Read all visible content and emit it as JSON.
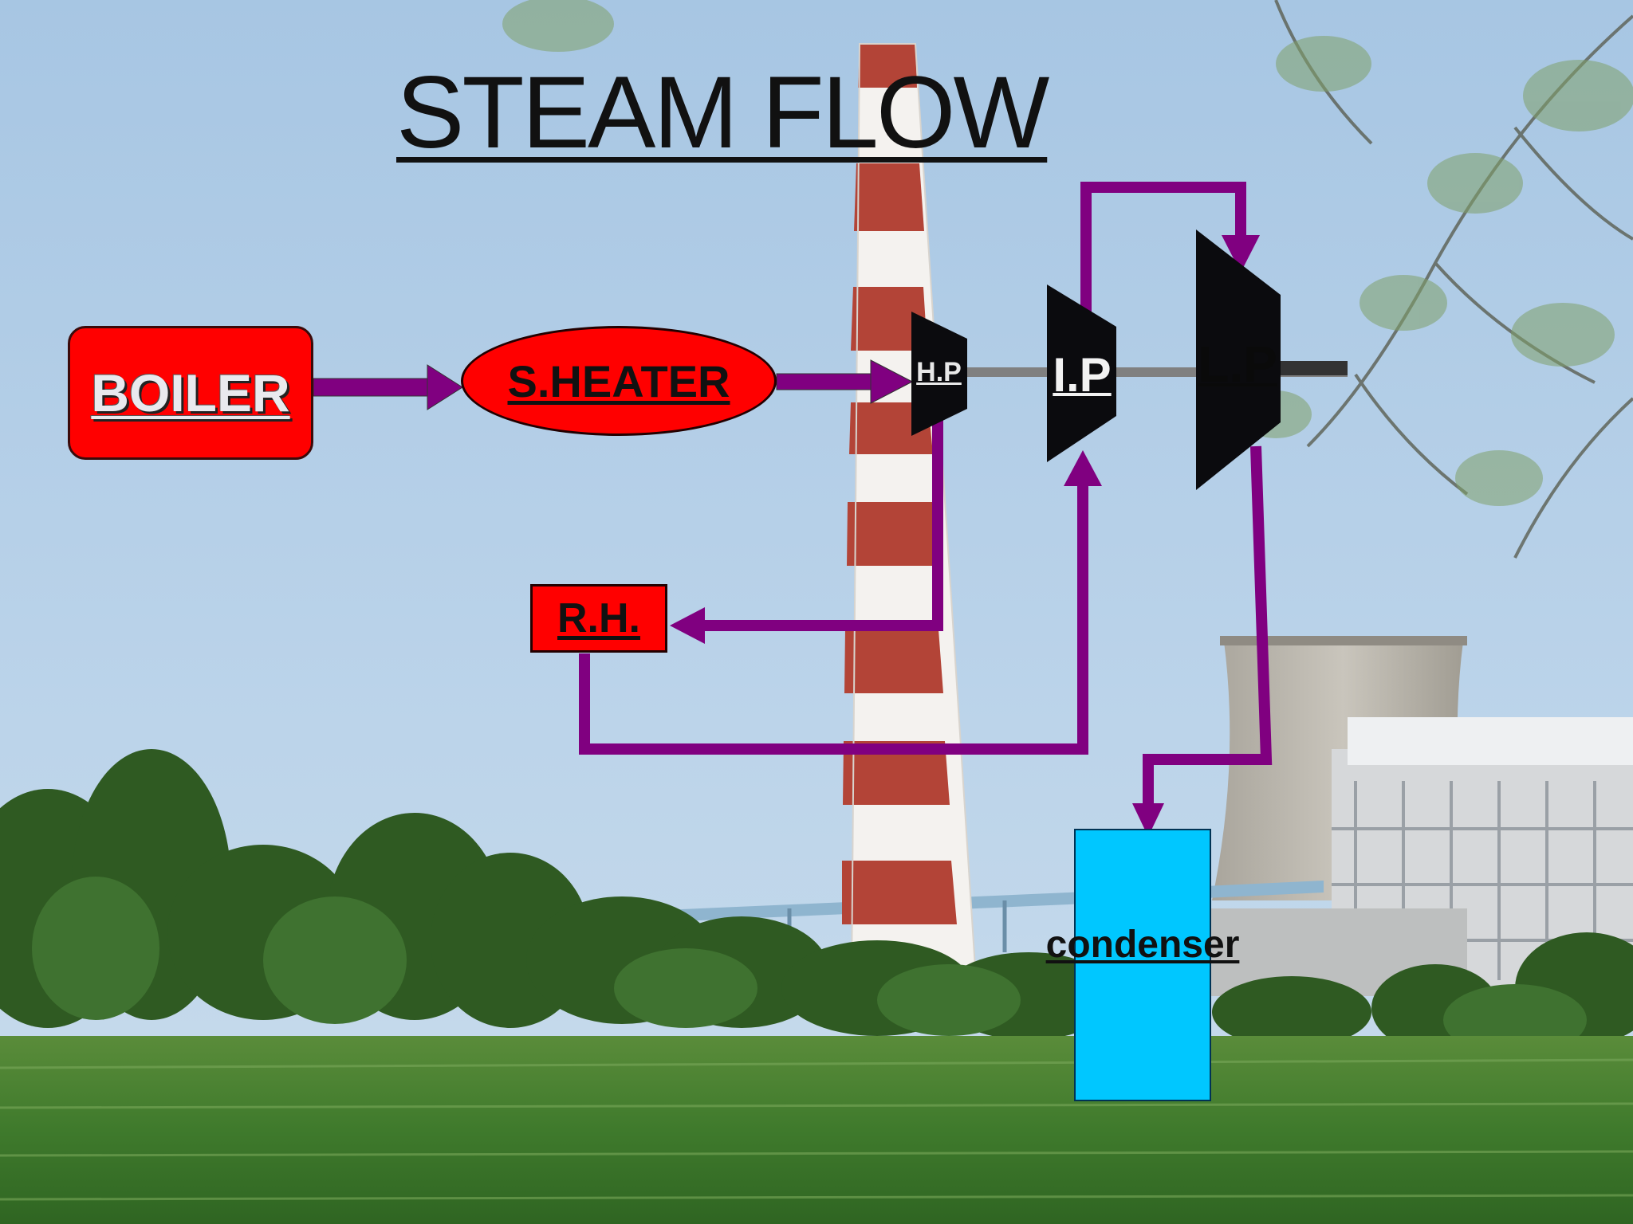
{
  "title": "STEAM FLOW",
  "nodes": {
    "boiler": "BOILER",
    "superheater": "S.HEATER",
    "reheater": "R.H.",
    "hp_turbine": "H.P",
    "ip_turbine": "I.P",
    "lp_turbine": "L.P",
    "condenser": "condenser"
  },
  "colors": {
    "flow_arrow": "#800080",
    "heater_fill": "#ff0000",
    "turbine_fill": "#0b0b0e",
    "condenser_fill": "#00c7ff",
    "shaft": "#808080"
  },
  "background": "photo of thermal power plant with red-and-white chimney, cooling tower and green field"
}
